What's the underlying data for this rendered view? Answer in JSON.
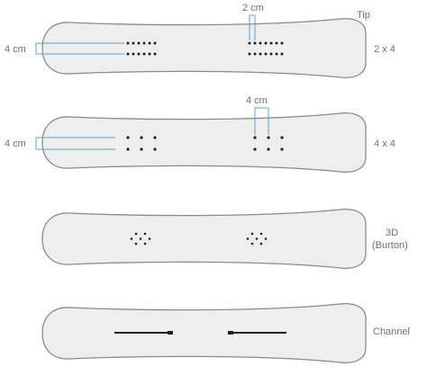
{
  "tip_label": "Tip",
  "colors": {
    "board_fill": "#eeeeee",
    "board_stroke": "#8a8a8a",
    "insert": "#222222",
    "dimension_line": "#58a6d6",
    "label": "#6f6f6f"
  },
  "boards": [
    {
      "pattern": "2x4",
      "label_lines": [
        "2 x 4"
      ],
      "dimensions": [
        {
          "text": "2 cm",
          "target": "spacing"
        },
        {
          "text": "4 cm",
          "target": "width"
        }
      ]
    },
    {
      "pattern": "4x4",
      "label_lines": [
        "4 x 4"
      ],
      "dimensions": [
        {
          "text": "4 cm",
          "target": "spacing"
        },
        {
          "text": "4 cm",
          "target": "width"
        }
      ]
    },
    {
      "pattern": "3d",
      "label_lines": [
        "3D",
        "(Burton)"
      ],
      "dimensions": []
    },
    {
      "pattern": "channel",
      "label_lines": [
        "Channel"
      ],
      "dimensions": []
    }
  ]
}
